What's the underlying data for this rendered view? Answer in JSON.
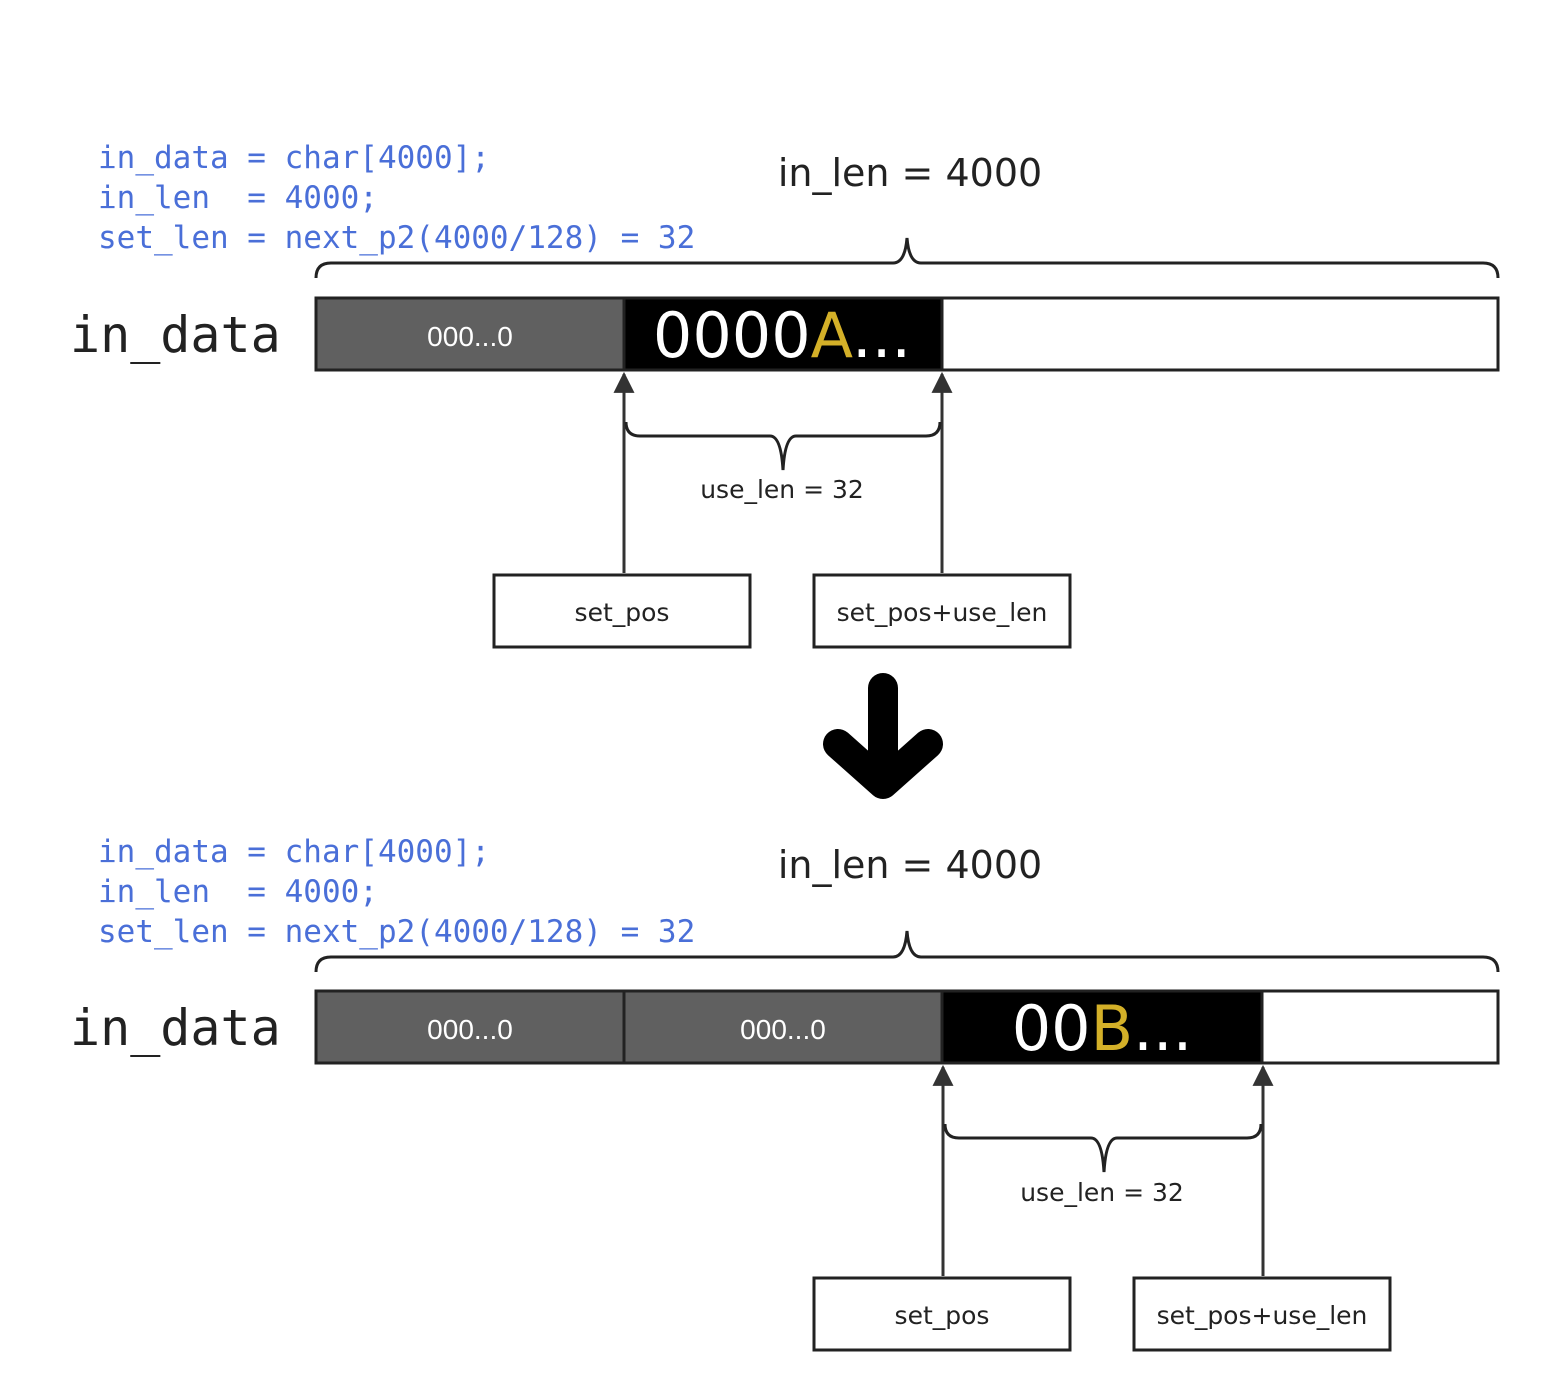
{
  "colors": {
    "code": "#4a6fd8",
    "highlight": "#d4b028",
    "dark_segment": "#606060",
    "black_segment": "#000000"
  },
  "step1": {
    "code": [
      "in_data = char[4000];",
      "in_len  = 4000;",
      "set_len = next_p2(4000/128) = 32"
    ],
    "in_len_label": "in_len = 4000",
    "array_label": "in_data",
    "seg1": "000...0",
    "active_prefix": "0000",
    "active_char": "A",
    "active_suffix": "...",
    "use_len_label": "use_len = 32",
    "box_start": "set_pos",
    "box_end": "set_pos+use_len"
  },
  "transition_icon": "down-arrow-icon",
  "step2": {
    "code": [
      "in_data = char[4000];",
      "in_len  = 4000;",
      "set_len = next_p2(4000/128) = 32"
    ],
    "in_len_label": "in_len = 4000",
    "array_label": "in_data",
    "seg1": "000...0",
    "seg2": "000...0",
    "active_prefix": "00",
    "active_char": "B",
    "active_suffix": "...",
    "use_len_label": "use_len = 32",
    "box_start": "set_pos",
    "box_end": "set_pos+use_len"
  }
}
